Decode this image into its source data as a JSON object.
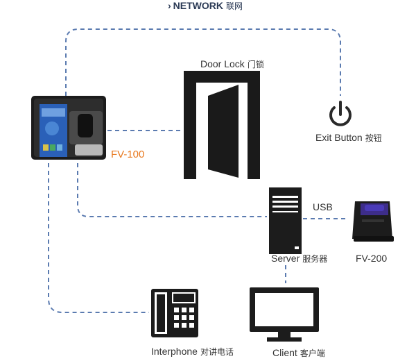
{
  "title": {
    "arrow": "›",
    "text": "NETWORK",
    "text_cn": "联网"
  },
  "nodes": {
    "door_lock": {
      "label": "Door Lock",
      "label_cn": "门锁"
    },
    "exit_button": {
      "label": "Exit Button",
      "label_cn": "按钮"
    },
    "fv100": {
      "label": "FV-100"
    },
    "server": {
      "label": "Server",
      "label_cn": "服务器"
    },
    "fv200": {
      "label": "FV-200"
    },
    "interphone": {
      "label": "Interphone",
      "label_cn": "对讲电话"
    },
    "client": {
      "label": "Client",
      "label_cn": "客户端"
    }
  },
  "links": {
    "usb_label": "USB"
  },
  "colors": {
    "line": "#5b7bb0",
    "accent": "#e8781e",
    "device_dark": "#1c1c1c",
    "screen_blue": "#2a60b8"
  },
  "icons": [
    "door-icon",
    "power-icon",
    "fingerprint-terminal-icon",
    "server-tower-icon",
    "fingerprint-scanner-icon",
    "desk-phone-icon",
    "monitor-icon"
  ]
}
